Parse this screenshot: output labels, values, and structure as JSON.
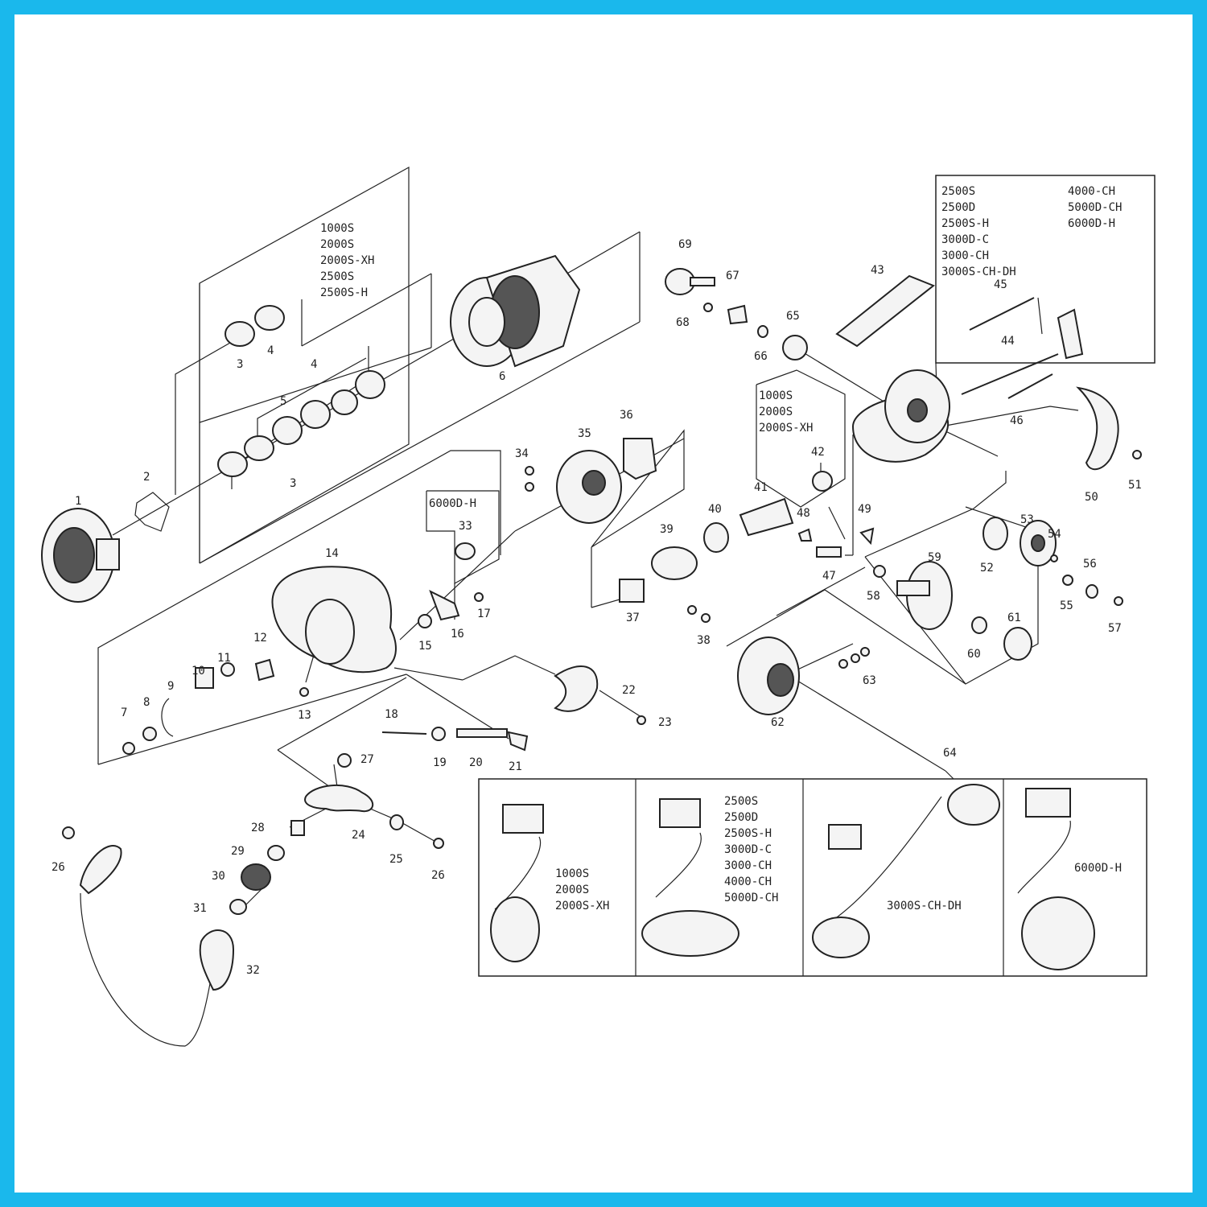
{
  "colors": {
    "frame": "#1ab8ec",
    "ink": "#222222"
  },
  "part_numbers": [
    "1",
    "2",
    "3",
    "4",
    "5",
    "6",
    "7",
    "8",
    "9",
    "10",
    "11",
    "12",
    "13",
    "14",
    "15",
    "16",
    "17",
    "18",
    "19",
    "20",
    "21",
    "22",
    "23",
    "24",
    "25",
    "26",
    "27",
    "28",
    "29",
    "30",
    "31",
    "32",
    "33",
    "34",
    "35",
    "36",
    "37",
    "38",
    "39",
    "40",
    "41",
    "42",
    "43",
    "44",
    "45",
    "46",
    "47",
    "48",
    "49",
    "50",
    "51",
    "52",
    "53",
    "54",
    "55",
    "56",
    "57",
    "58",
    "59",
    "60",
    "61",
    "62",
    "63",
    "64",
    "65",
    "66",
    "67",
    "68",
    "69"
  ],
  "spool_models": [
    "1000S",
    "2000S",
    "2000S-XH",
    "2500S",
    "2500S-H"
  ],
  "part33_model": "6000D-H",
  "rotor_models": [
    "1000S",
    "2000S",
    "2000S-XH"
  ],
  "bail_models": {
    "left": [
      "2500S",
      "2500D",
      "2500S-H",
      "3000D-C",
      "3000-CH",
      "3000S-CH-DH"
    ],
    "right": [
      "4000-CH",
      "5000D-CH",
      "6000D-H"
    ]
  },
  "handle_variants": [
    {
      "models": [
        "1000S",
        "2000S",
        "2000S-XH"
      ]
    },
    {
      "models": [
        "2500S",
        "2500D",
        "2500S-H",
        "3000D-C",
        "3000-CH",
        "4000-CH",
        "5000D-CH"
      ]
    },
    {
      "models": [
        "3000S-CH-DH"
      ]
    },
    {
      "models": [
        "6000D-H"
      ]
    }
  ]
}
